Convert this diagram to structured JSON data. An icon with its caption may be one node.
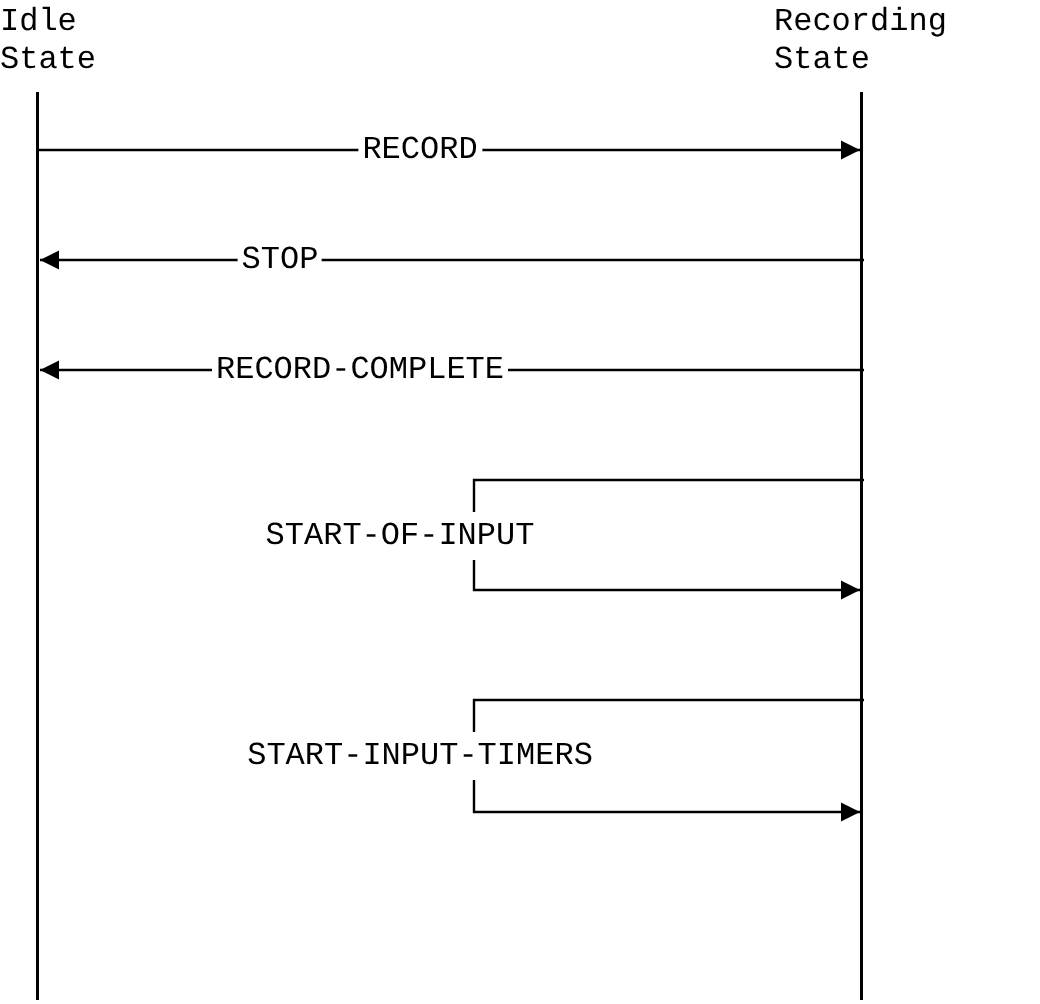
{
  "diagram": {
    "nodes": [
      {
        "text": [
          "Idle State"
        ]
      },
      {
        "text": [
          "Recording State"
        ]
      }
    ],
    "edges": [
      {
        "from": 0,
        "to": 1,
        "arrow": "to",
        "label": "RECORD"
      },
      {
        "from": 1,
        "to": 0,
        "arrow": "to",
        "label": "STOP"
      },
      {
        "from": 1,
        "to": 0,
        "arrow": "to",
        "label": "RECORD-COMPLETE"
      },
      {
        "from": 1,
        "to": 1,
        "arrow": "to",
        "label": "START-OF-INPUT"
      },
      {
        "from": 1,
        "to": 1,
        "arrow": "to",
        "label": "START-INPUT-TIMERS"
      }
    ]
  }
}
